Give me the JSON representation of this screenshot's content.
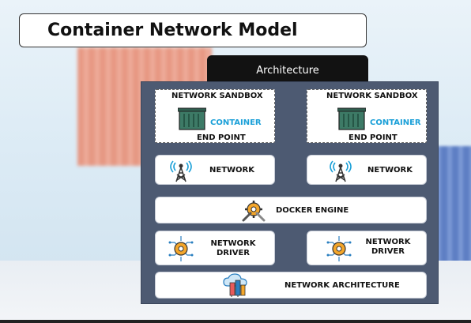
{
  "title": "Container Network Model",
  "architecture_tab": "Architecture",
  "sandboxes": [
    {
      "title": "NETWORK SANDBOX",
      "container": "CONTAINER",
      "endpoint": "END POINT"
    },
    {
      "title": "NETWORK SANDBOX",
      "container": "CONTAINER",
      "endpoint": "END POINT"
    }
  ],
  "networks": [
    {
      "label": "NETWORK",
      "icon": "antenna-tower-icon"
    },
    {
      "label": "NETWORK",
      "icon": "antenna-tower-icon"
    }
  ],
  "docker_engine": {
    "label": "DOCKER ENGINE",
    "icon": "gear-wrench-icon"
  },
  "drivers": [
    {
      "label_line1": "NETWORK",
      "label_line2": "DRIVER",
      "icon": "circuit-gear-icon"
    },
    {
      "label_line1": "NETWORK",
      "label_line2": "DRIVER",
      "icon": "circuit-gear-icon"
    }
  ],
  "network_architecture": {
    "label": "NETWORK ARCHITECTURE",
    "icon": "cloud-building-icon"
  },
  "colors": {
    "panel": "#4d5a72",
    "accent_blue": "#1ba0d8",
    "container_green": "#3d7a66"
  }
}
